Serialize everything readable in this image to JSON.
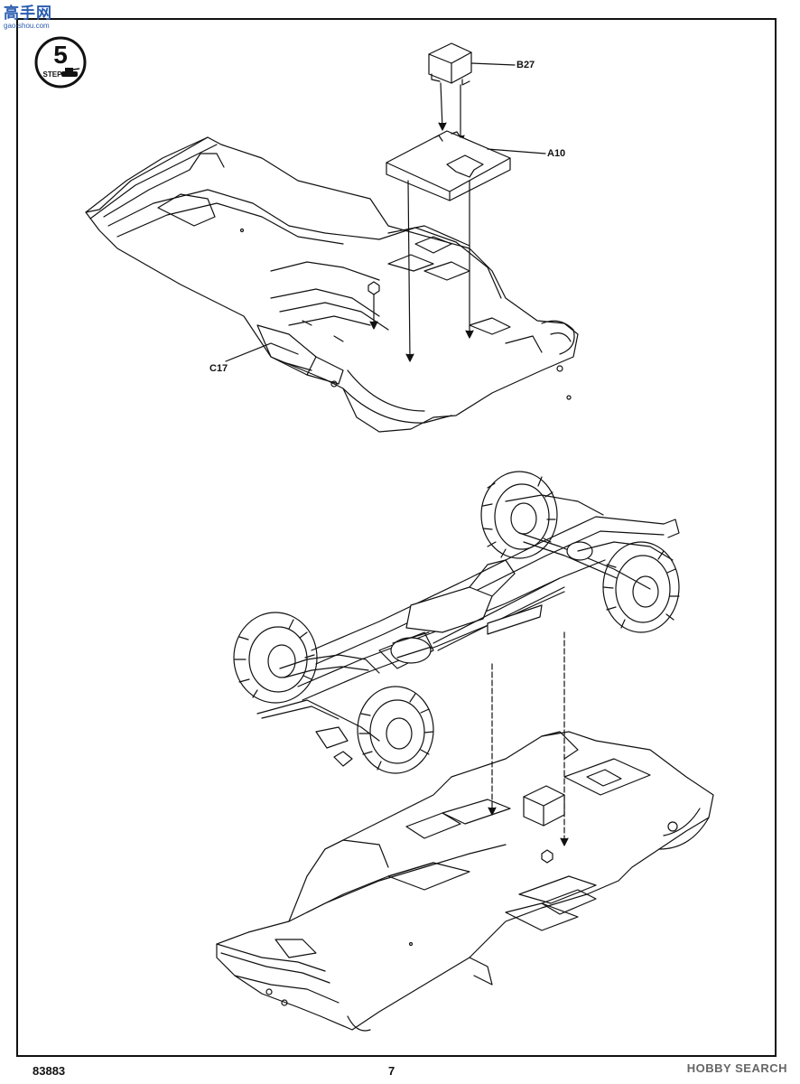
{
  "watermark": {
    "site_cn": "高手网",
    "site_url": "gao-shou.com"
  },
  "step": {
    "number": "5",
    "label": "STEP"
  },
  "callouts": {
    "b27": "B27",
    "a10": "A10",
    "c17": "C17"
  },
  "footer": {
    "kit_number": "83883",
    "page_number": "7",
    "source_logo": "HOBBY SEARCH"
  },
  "colors": {
    "line": "#111111",
    "watermark": "#2a5db0",
    "logo": "#666666"
  }
}
